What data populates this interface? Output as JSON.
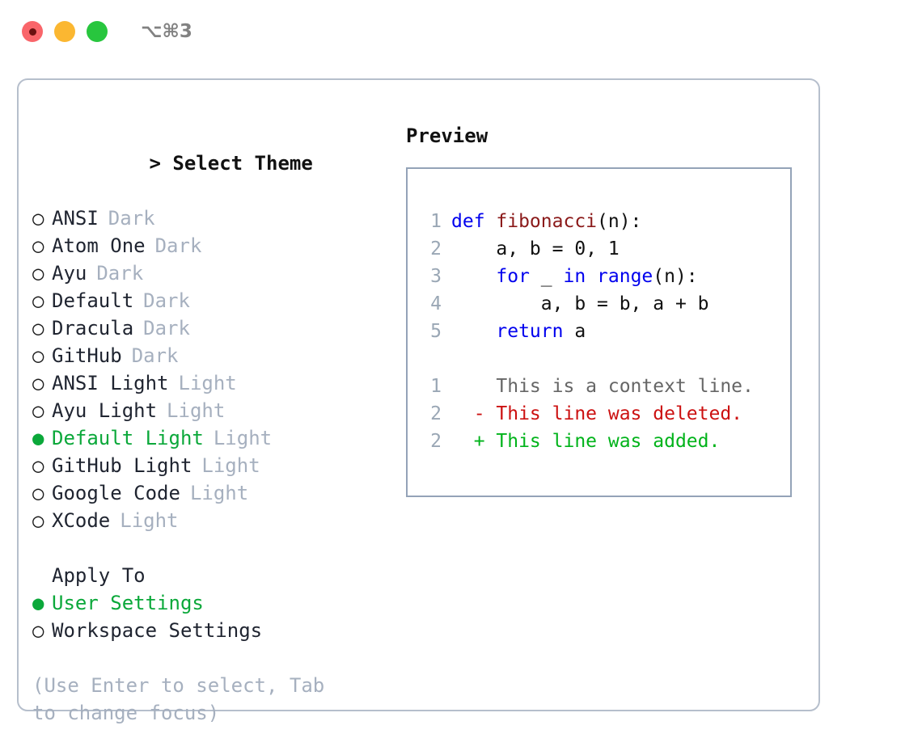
{
  "titlebar": {
    "lights": [
      {
        "name": "close-button",
        "color": "#f9656a"
      },
      {
        "name": "minimize-button",
        "color": "#fbb731"
      },
      {
        "name": "maximize-button",
        "color": "#28c63e"
      }
    ],
    "shortcut": "⌥⌘3"
  },
  "colors": {
    "accent_green": "#0ba83a",
    "muted": "#a6b0bf",
    "text": "#1f2430",
    "border": "#b6bfcc",
    "preview_border": "#94a3b8",
    "keyword_blue": "#0000ee",
    "function_red": "#8b1a1a",
    "diff_deleted": "#cc1111",
    "diff_added": "#00b31a",
    "line_number": "#9aa7b5"
  },
  "theme_list": {
    "header": "Select Theme",
    "caret": ">",
    "bullet_selected": "●",
    "bullet_unselected": "○",
    "items": [
      {
        "name": "ANSI",
        "category": "Dark",
        "selected": false
      },
      {
        "name": "Atom One",
        "category": "Dark",
        "selected": false
      },
      {
        "name": "Ayu",
        "category": "Dark",
        "selected": false
      },
      {
        "name": "Default",
        "category": "Dark",
        "selected": false
      },
      {
        "name": "Dracula",
        "category": "Dark",
        "selected": false
      },
      {
        "name": "GitHub",
        "category": "Dark",
        "selected": false
      },
      {
        "name": "ANSI Light",
        "category": "Light",
        "selected": false
      },
      {
        "name": "Ayu Light",
        "category": "Light",
        "selected": false
      },
      {
        "name": "Default Light",
        "category": "Light",
        "selected": true
      },
      {
        "name": "GitHub Light",
        "category": "Light",
        "selected": false
      },
      {
        "name": "Google Code",
        "category": "Light",
        "selected": false
      },
      {
        "name": "XCode",
        "category": "Light",
        "selected": false
      }
    ]
  },
  "apply_to": {
    "header": "Apply To",
    "options": [
      {
        "label": "User Settings",
        "selected": true
      },
      {
        "label": "Workspace Settings",
        "selected": false
      }
    ]
  },
  "hint": "(Use Enter to select, Tab to change focus)",
  "preview": {
    "title": "Preview",
    "code_lines": [
      {
        "number": "1",
        "tokens": [
          {
            "text": "def ",
            "style": "kw"
          },
          {
            "text": "fibonacci",
            "style": "fn"
          },
          {
            "text": "(n):",
            "style": "pl"
          }
        ]
      },
      {
        "number": "2",
        "tokens": [
          {
            "text": "    a, b = 0, 1",
            "style": "pl"
          }
        ]
      },
      {
        "number": "3",
        "tokens": [
          {
            "text": "    ",
            "style": "pl"
          },
          {
            "text": "for",
            "style": "kw"
          },
          {
            "text": " _ ",
            "style": "pl"
          },
          {
            "text": "in range",
            "style": "kw"
          },
          {
            "text": "(n):",
            "style": "pl"
          }
        ]
      },
      {
        "number": "4",
        "tokens": [
          {
            "text": "        a, b = b, a + b",
            "style": "pl"
          }
        ]
      },
      {
        "number": "5",
        "tokens": [
          {
            "text": "    ",
            "style": "pl"
          },
          {
            "text": "return",
            "style": "kw"
          },
          {
            "text": " a",
            "style": "pl"
          }
        ]
      }
    ],
    "diff_lines": [
      {
        "number": "1",
        "marker": " ",
        "text": " This is a context line.",
        "style": "ctx"
      },
      {
        "number": "2",
        "marker": "-",
        "text": " This line was deleted.",
        "style": "del"
      },
      {
        "number": "2",
        "marker": "+",
        "text": " This line was added.",
        "style": "add"
      }
    ]
  }
}
